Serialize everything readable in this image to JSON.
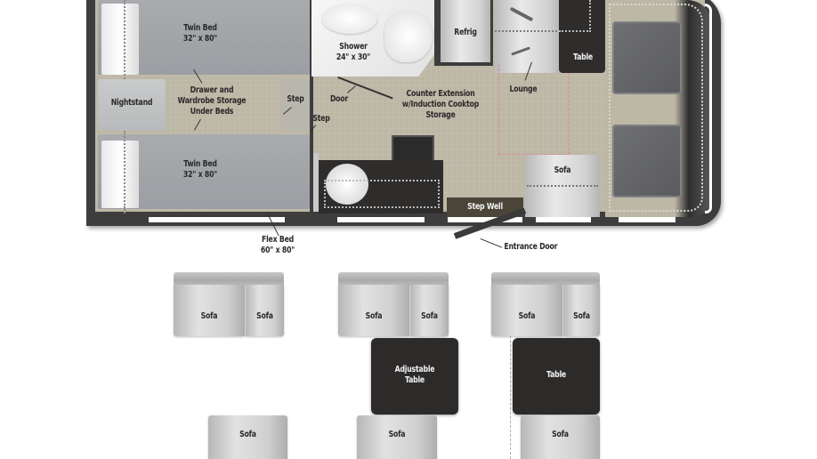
{
  "diagram": {
    "type": "rv-floor-plan",
    "floor_plan": {
      "bedroom": {
        "twin_bed_top": {
          "label": "Twin Bed",
          "size": "32\" x 80\""
        },
        "twin_bed_bottom": {
          "label": "Twin Bed",
          "size": "32\" x 80\""
        },
        "nightstand": "Nightstand",
        "storage": "Drawer and\nWardrobe Storage\nUnder Beds",
        "step_left": "Step",
        "step_right": "Step",
        "flex_bed": {
          "label": "Flex Bed",
          "size": "60\" x 80\""
        }
      },
      "bath": {
        "shower": {
          "label": "Shower",
          "size": "24\" x 30\""
        },
        "door": "Door"
      },
      "galley": {
        "refrig": "Refrig",
        "counter": "Counter Extension\nw/Induction Cooktop\nStorage"
      },
      "living": {
        "lounge": "Lounge",
        "table": "Table",
        "sofa": "Sofa",
        "step_well": "Step Well",
        "entrance_door": "Entrance Door"
      }
    },
    "seating_options": [
      {
        "id": "option-1",
        "top_sofa": [
          "Sofa",
          "Sofa"
        ],
        "table": null,
        "bottom_sofa": "Sofa"
      },
      {
        "id": "option-2",
        "top_sofa": [
          "Sofa",
          "Sofa"
        ],
        "table": "Adjustable\nTable",
        "bottom_sofa": "Sofa"
      },
      {
        "id": "option-3",
        "top_sofa": [
          "Sofa",
          "Sofa"
        ],
        "table": "Table",
        "bottom_sofa": "Sofa"
      }
    ],
    "colors": {
      "wall": "#3d3d3d",
      "floor": "#bdb7a6",
      "bed": "#a5a7aa",
      "table": "#2d2a2a",
      "lounge_outline": "#d98a8a"
    }
  }
}
